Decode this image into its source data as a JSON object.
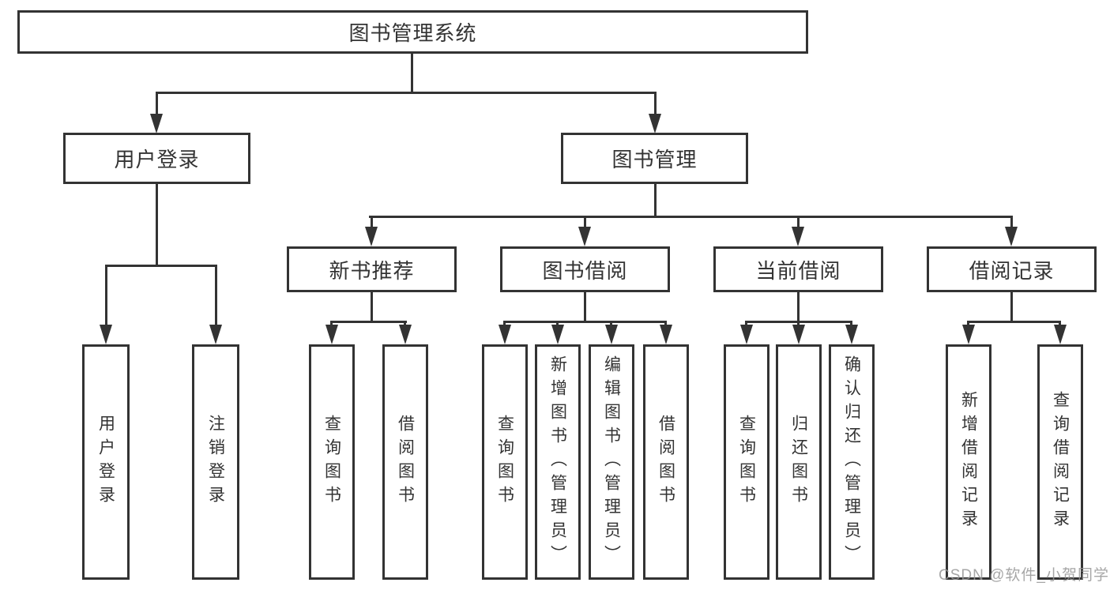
{
  "diagram": {
    "root": {
      "label": "图书管理系统"
    },
    "branches": {
      "user_login": {
        "label": "用户登录",
        "children": [
          {
            "label": "用户登录"
          },
          {
            "label": "注销登录"
          }
        ]
      },
      "book_management": {
        "label": "图书管理",
        "sections": [
          {
            "label": "新书推荐",
            "children": [
              {
                "label": "查询图书"
              },
              {
                "label": "借阅图书"
              }
            ]
          },
          {
            "label": "图书借阅",
            "children": [
              {
                "label": "查询图书"
              },
              {
                "label": "新增图书（管理员）"
              },
              {
                "label": "编辑图书（管理员）"
              },
              {
                "label": "借阅图书"
              }
            ]
          },
          {
            "label": "当前借阅",
            "children": [
              {
                "label": "查询图书"
              },
              {
                "label": "归还图书"
              },
              {
                "label": "确认归还（管理员）"
              }
            ]
          },
          {
            "label": "借阅记录",
            "children": [
              {
                "label": "新增借阅记录"
              },
              {
                "label": "查询借阅记录"
              }
            ]
          }
        ]
      }
    }
  },
  "watermark": {
    "text": "CSDN @软件_小贺同学"
  },
  "colors": {
    "line": "#333333",
    "text": "#333333",
    "box_background": "#ffffff",
    "watermark": "#969696",
    "page_background": "#ffffff"
  }
}
